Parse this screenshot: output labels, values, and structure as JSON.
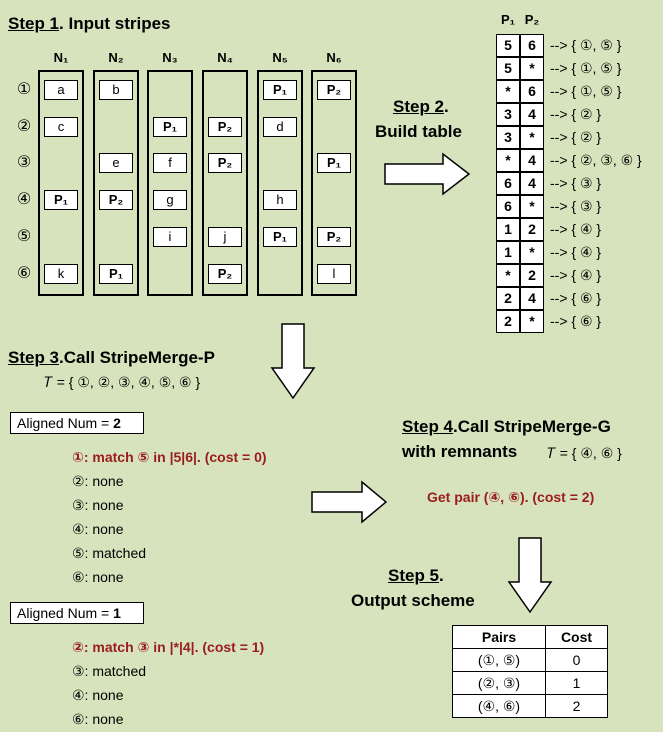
{
  "step1": {
    "label": "Step 1",
    "rest": ". Input stripes"
  },
  "nodes": [
    "N₁",
    "N₂",
    "N₃",
    "N₄",
    "N₅",
    "N₆"
  ],
  "row_markers": [
    "①",
    "②",
    "③",
    "④",
    "⑤",
    "⑥"
  ],
  "grid": [
    [
      "a",
      "b",
      "",
      "",
      "P₁",
      "P₂"
    ],
    [
      "c",
      "",
      "P₁",
      "P₂",
      "d",
      ""
    ],
    [
      "",
      "e",
      "f",
      "P₂",
      "",
      "P₁"
    ],
    [
      "P₁",
      "P₂",
      "g",
      "",
      "h",
      ""
    ],
    [
      "",
      "",
      "i",
      "j",
      "P₁",
      "P₂"
    ],
    [
      "k",
      "P₁",
      "",
      "P₂",
      "",
      "l"
    ]
  ],
  "step2": {
    "label": "Step 2",
    "rest": ".",
    "line2": "Build table"
  },
  "table_header": [
    "P₁",
    "P₂"
  ],
  "table_rows": [
    {
      "p1": "5",
      "p2": "6",
      "set": "--> { ①, ⑤ }"
    },
    {
      "p1": "5",
      "p2": "*",
      "set": "--> { ①, ⑤ }"
    },
    {
      "p1": "*",
      "p2": "6",
      "set": "--> { ①, ⑤ }"
    },
    {
      "p1": "3",
      "p2": "4",
      "set": "--> { ② }"
    },
    {
      "p1": "3",
      "p2": "*",
      "set": "--> { ② }"
    },
    {
      "p1": "*",
      "p2": "4",
      "set": "--> { ②, ③, ⑥ }"
    },
    {
      "p1": "6",
      "p2": "4",
      "set": "--> { ③ }"
    },
    {
      "p1": "6",
      "p2": "*",
      "set": "--> { ③ }"
    },
    {
      "p1": "1",
      "p2": "2",
      "set": "--> { ④ }"
    },
    {
      "p1": "1",
      "p2": "*",
      "set": "--> { ④ }"
    },
    {
      "p1": "*",
      "p2": "2",
      "set": "--> { ④ }"
    },
    {
      "p1": "2",
      "p2": "4",
      "set": "--> { ⑥ }"
    },
    {
      "p1": "2",
      "p2": "*",
      "set": "--> { ⑥ }"
    }
  ],
  "step3": {
    "label": "Step 3",
    "rest": ".Call StripeMerge-P",
    "tau": "𝑇 = { ①, ②, ③, ④, ⑤, ⑥ }"
  },
  "aligned1": {
    "text": "Aligned Num = ",
    "num": "2",
    "lines": [
      "①: match ⑤ in |5|6|. (cost = 0)",
      "②: none",
      "③: none",
      "④: none",
      "⑤: matched",
      "⑥: none"
    ]
  },
  "aligned2": {
    "text": "Aligned Num = ",
    "num": "1",
    "lines": [
      "②: match ③ in |*|4|. (cost = 1)",
      "③: matched",
      "④: none",
      "⑥: none"
    ]
  },
  "step4": {
    "label": "Step 4",
    "rest": ".Call StripeMerge-G",
    "line2": "with remnants",
    "tau": "𝑇 = { ④, ⑥ }",
    "result": "Get pair (④, ⑥). (cost = 2)"
  },
  "step5": {
    "label": "Step 5",
    "rest": ".",
    "line2": "Output scheme"
  },
  "output": {
    "headers": [
      "Pairs",
      "Cost"
    ],
    "rows": [
      [
        "(①, ⑤)",
        "0"
      ],
      [
        "(②, ③)",
        "1"
      ],
      [
        "(④, ⑥)",
        "2"
      ]
    ]
  },
  "colors": {
    "background": "#d6e3bc",
    "highlight": "#9b1c1c"
  }
}
